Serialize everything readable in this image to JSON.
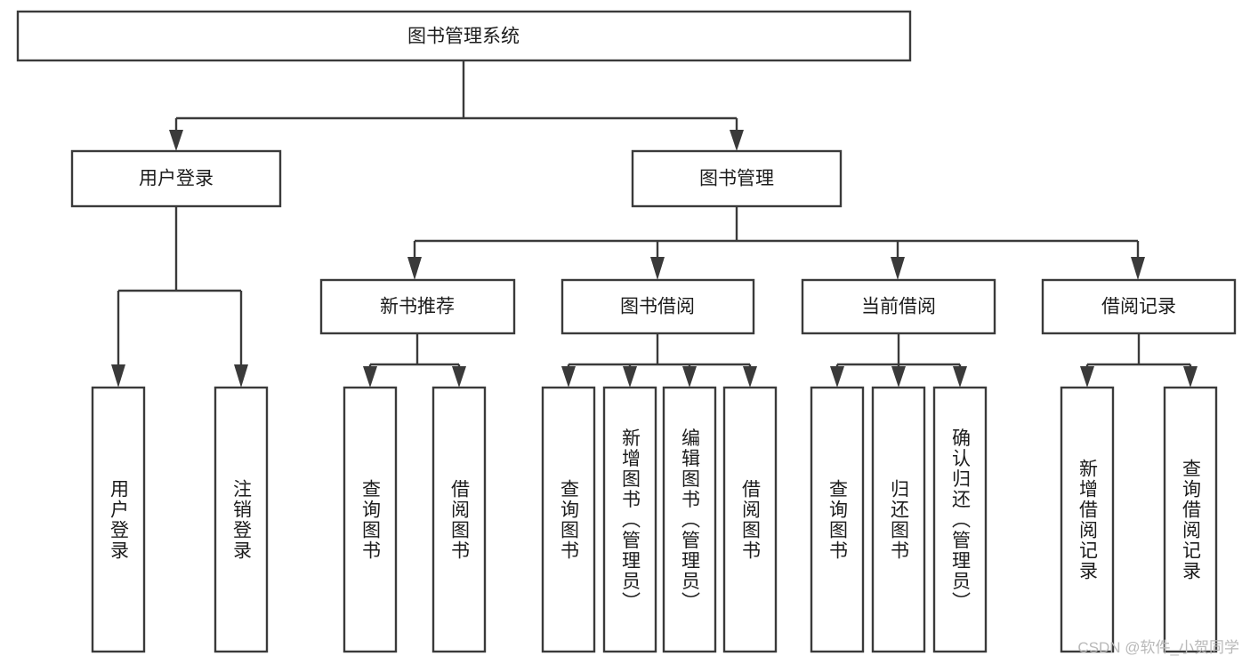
{
  "diagram": {
    "type": "tree-hierarchy",
    "root": {
      "id": "root",
      "label": "图书管理系统"
    },
    "level1": [
      {
        "id": "user-login",
        "label": "用户登录"
      },
      {
        "id": "book-management",
        "label": "图书管理"
      }
    ],
    "level2": [
      {
        "id": "new-book-recommend",
        "label": "新书推荐",
        "parent": "book-management"
      },
      {
        "id": "book-borrow",
        "label": "图书借阅",
        "parent": "book-management"
      },
      {
        "id": "current-borrow",
        "label": "当前借阅",
        "parent": "book-management"
      },
      {
        "id": "borrow-record",
        "label": "借阅记录",
        "parent": "book-management"
      }
    ],
    "leaves": {
      "user-login": [
        {
          "id": "leaf-user-login",
          "label": "用户登录"
        },
        {
          "id": "leaf-user-logout",
          "label": "注销登录"
        }
      ],
      "new-book-recommend": [
        {
          "id": "leaf-query-book-1",
          "label": "查询图书"
        },
        {
          "id": "leaf-borrow-book-1",
          "label": "借阅图书"
        }
      ],
      "book-borrow": [
        {
          "id": "leaf-query-book-2",
          "label": "查询图书"
        },
        {
          "id": "leaf-add-book",
          "label": "新增图书（管理员）"
        },
        {
          "id": "leaf-edit-book",
          "label": "编辑图书（管理员）"
        },
        {
          "id": "leaf-borrow-book-2",
          "label": "借阅图书"
        }
      ],
      "current-borrow": [
        {
          "id": "leaf-query-book-3",
          "label": "查询图书"
        },
        {
          "id": "leaf-return-book",
          "label": "归还图书"
        },
        {
          "id": "leaf-confirm-return",
          "label": "确认归还（管理员）"
        }
      ],
      "borrow-record": [
        {
          "id": "leaf-add-record",
          "label": "新增借阅记录"
        },
        {
          "id": "leaf-query-record",
          "label": "查询借阅记录"
        }
      ]
    },
    "colors": {
      "stroke": "#3a3a3a",
      "fill": "#ffffff",
      "text": "#1c1c1c",
      "watermark": "#b9b9b9"
    }
  },
  "watermark": {
    "text": "CSDN @软件_小贺同学"
  }
}
